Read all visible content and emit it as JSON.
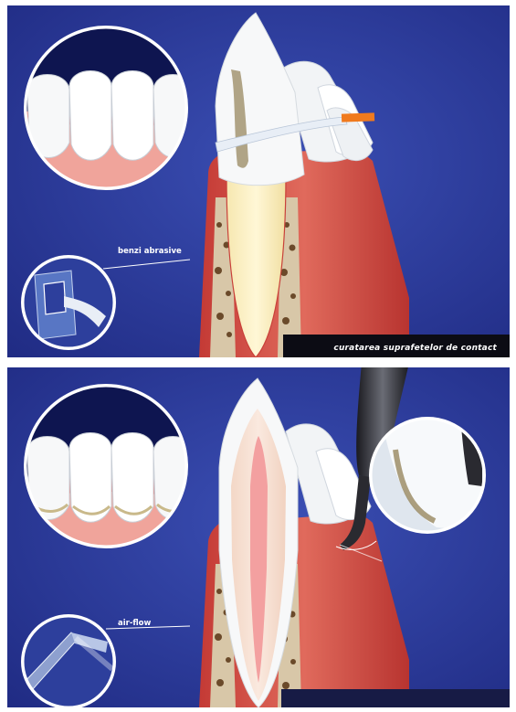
{
  "panels": [
    {
      "tool_label": "benzi abrasive",
      "caption": "curatarea suprafetelor de contact"
    },
    {
      "tool_label": "air-flow",
      "caption": ""
    }
  ],
  "colors": {
    "background": "#2b3a9a",
    "gum": "#d9534a",
    "enamel": "#f4f6f7",
    "bone": "#d8c7a8",
    "pulp": "#f3a0a0",
    "calculus": "#8a7748",
    "abrasive_strip_tip": "#f07a1e"
  },
  "icons": [
    "magnifier-front-teeth",
    "magnifier-abrasive-strip",
    "magnifier-air-flow-tip",
    "magnifier-tooth-surface",
    "air-flow-handpiece"
  ]
}
